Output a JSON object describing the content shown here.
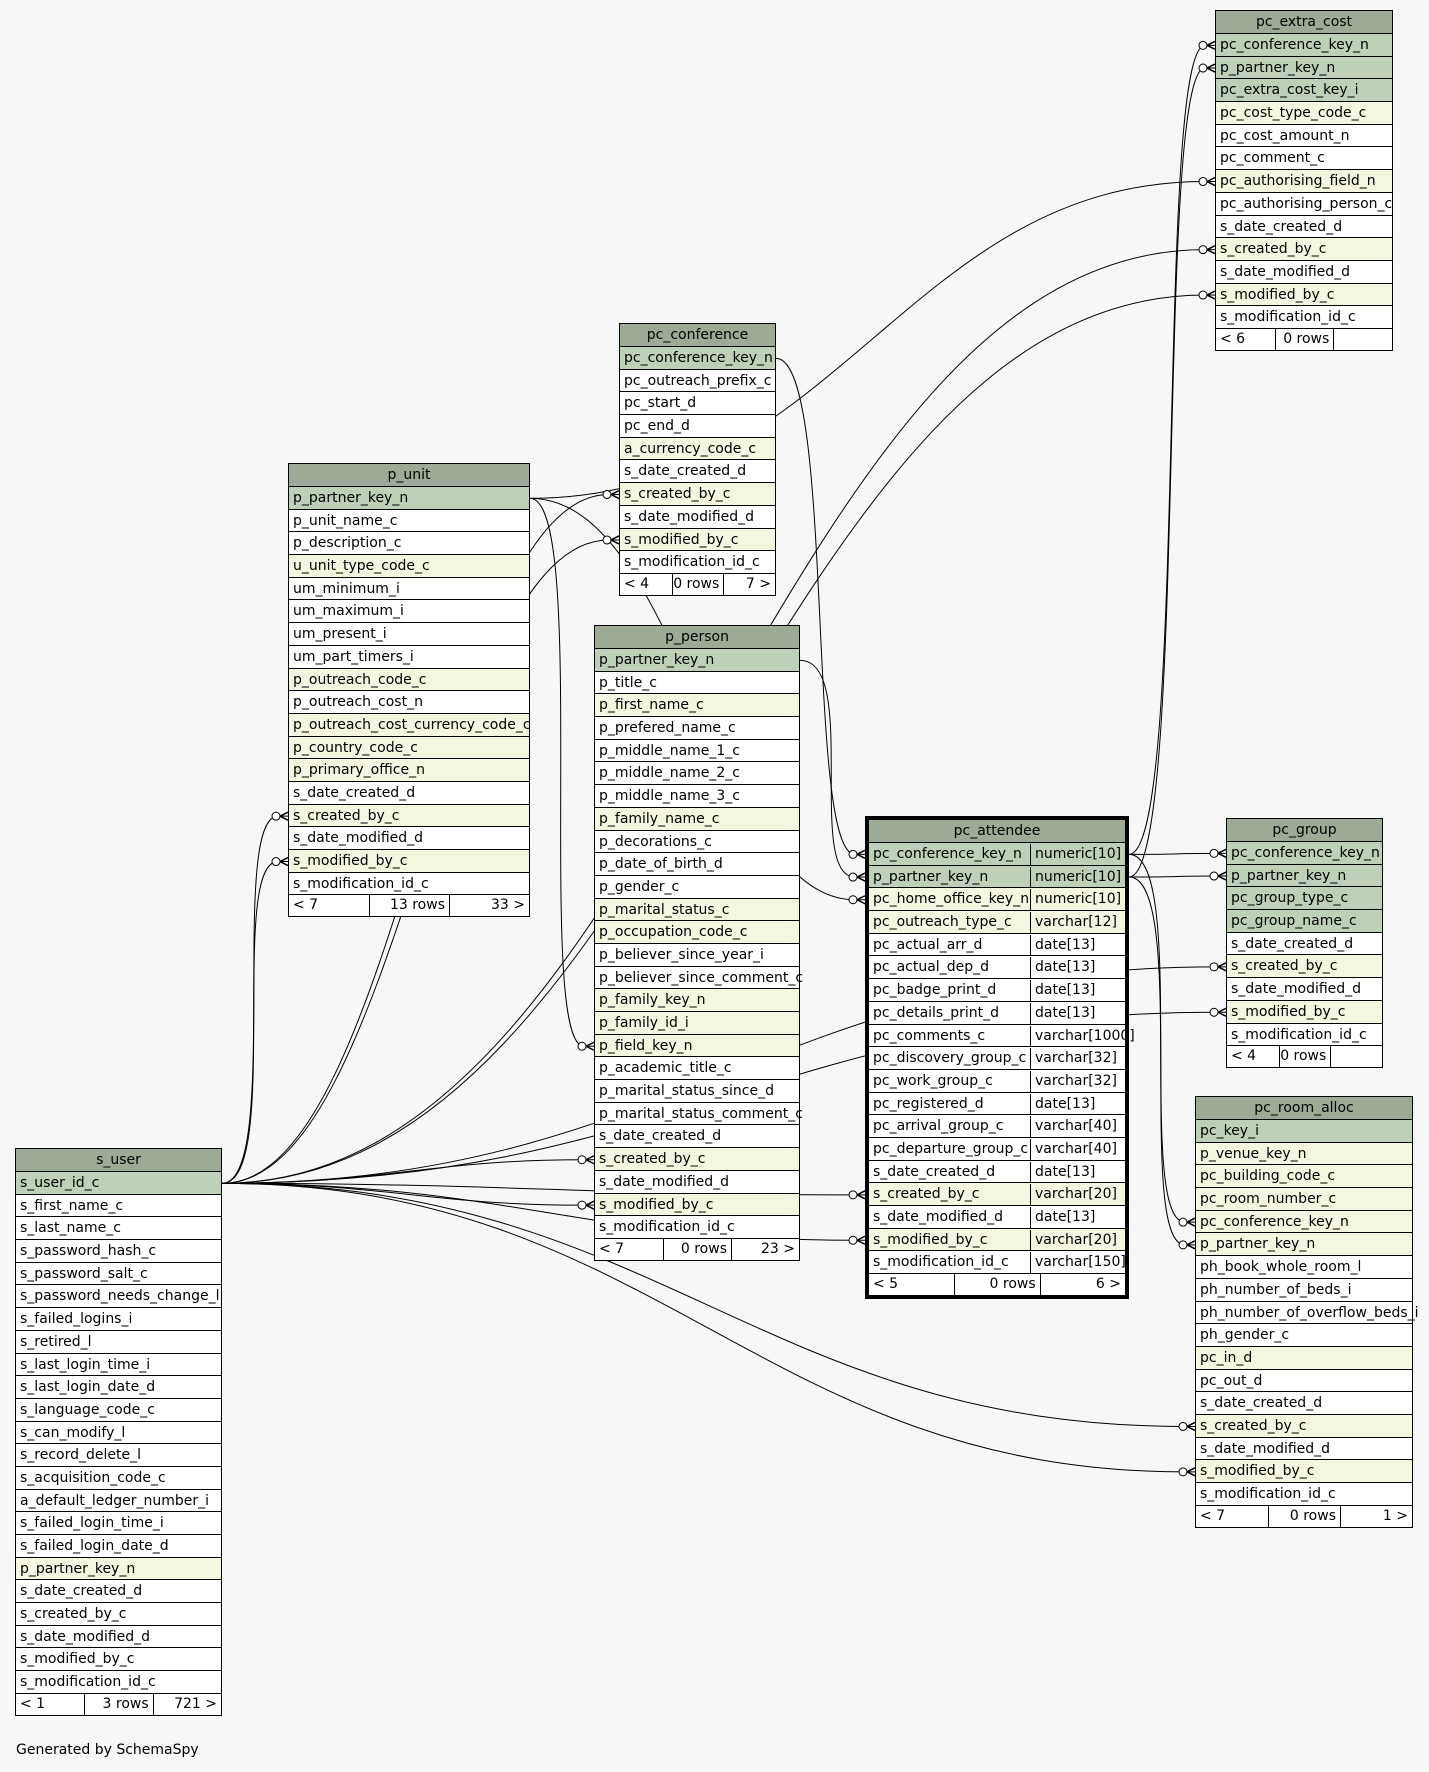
{
  "footer": {
    "generated_by": "Generated by SchemaSpy"
  },
  "tables": {
    "pc_extra_cost": {
      "name": "pc_extra_cost",
      "columns": [
        {
          "name": "pc_conference_key_n",
          "kind": "pk"
        },
        {
          "name": "p_partner_key_n",
          "kind": "pk"
        },
        {
          "name": "pc_extra_cost_key_i",
          "kind": "pk"
        },
        {
          "name": "pc_cost_type_code_c",
          "kind": "fk"
        },
        {
          "name": "pc_cost_amount_n",
          "kind": ""
        },
        {
          "name": "pc_comment_c",
          "kind": ""
        },
        {
          "name": "pc_authorising_field_n",
          "kind": "fk"
        },
        {
          "name": "pc_authorising_person_c",
          "kind": ""
        },
        {
          "name": "s_date_created_d",
          "kind": ""
        },
        {
          "name": "s_created_by_c",
          "kind": "fk"
        },
        {
          "name": "s_date_modified_d",
          "kind": ""
        },
        {
          "name": "s_modified_by_c",
          "kind": "fk"
        },
        {
          "name": "s_modification_id_c",
          "kind": ""
        }
      ],
      "footer": [
        "< 6",
        "0 rows",
        ""
      ]
    },
    "pc_conference": {
      "name": "pc_conference",
      "columns": [
        {
          "name": "pc_conference_key_n",
          "kind": "pk"
        },
        {
          "name": "pc_outreach_prefix_c",
          "kind": ""
        },
        {
          "name": "pc_start_d",
          "kind": ""
        },
        {
          "name": "pc_end_d",
          "kind": ""
        },
        {
          "name": "a_currency_code_c",
          "kind": "fk"
        },
        {
          "name": "s_date_created_d",
          "kind": ""
        },
        {
          "name": "s_created_by_c",
          "kind": "fk"
        },
        {
          "name": "s_date_modified_d",
          "kind": ""
        },
        {
          "name": "s_modified_by_c",
          "kind": "fk"
        },
        {
          "name": "s_modification_id_c",
          "kind": ""
        }
      ],
      "footer": [
        "< 4",
        "0 rows",
        "7 >"
      ]
    },
    "p_unit": {
      "name": "p_unit",
      "columns": [
        {
          "name": "p_partner_key_n",
          "kind": "pk"
        },
        {
          "name": "p_unit_name_c",
          "kind": ""
        },
        {
          "name": "p_description_c",
          "kind": ""
        },
        {
          "name": "u_unit_type_code_c",
          "kind": "fk"
        },
        {
          "name": "um_minimum_i",
          "kind": ""
        },
        {
          "name": "um_maximum_i",
          "kind": ""
        },
        {
          "name": "um_present_i",
          "kind": ""
        },
        {
          "name": "um_part_timers_i",
          "kind": ""
        },
        {
          "name": "p_outreach_code_c",
          "kind": "fk"
        },
        {
          "name": "p_outreach_cost_n",
          "kind": ""
        },
        {
          "name": "p_outreach_cost_currency_code_c",
          "kind": "fk"
        },
        {
          "name": "p_country_code_c",
          "kind": "fk"
        },
        {
          "name": "p_primary_office_n",
          "kind": "fk"
        },
        {
          "name": "s_date_created_d",
          "kind": ""
        },
        {
          "name": "s_created_by_c",
          "kind": "fk"
        },
        {
          "name": "s_date_modified_d",
          "kind": ""
        },
        {
          "name": "s_modified_by_c",
          "kind": "fk"
        },
        {
          "name": "s_modification_id_c",
          "kind": ""
        }
      ],
      "footer": [
        "< 7",
        "13 rows",
        "33 >"
      ]
    },
    "p_person": {
      "name": "p_person",
      "columns": [
        {
          "name": "p_partner_key_n",
          "kind": "pk"
        },
        {
          "name": "p_title_c",
          "kind": ""
        },
        {
          "name": "p_first_name_c",
          "kind": "fk"
        },
        {
          "name": "p_prefered_name_c",
          "kind": ""
        },
        {
          "name": "p_middle_name_1_c",
          "kind": ""
        },
        {
          "name": "p_middle_name_2_c",
          "kind": ""
        },
        {
          "name": "p_middle_name_3_c",
          "kind": ""
        },
        {
          "name": "p_family_name_c",
          "kind": "fk"
        },
        {
          "name": "p_decorations_c",
          "kind": ""
        },
        {
          "name": "p_date_of_birth_d",
          "kind": ""
        },
        {
          "name": "p_gender_c",
          "kind": ""
        },
        {
          "name": "p_marital_status_c",
          "kind": "fk"
        },
        {
          "name": "p_occupation_code_c",
          "kind": "fk"
        },
        {
          "name": "p_believer_since_year_i",
          "kind": ""
        },
        {
          "name": "p_believer_since_comment_c",
          "kind": ""
        },
        {
          "name": "p_family_key_n",
          "kind": "fk"
        },
        {
          "name": "p_family_id_i",
          "kind": "fk"
        },
        {
          "name": "p_field_key_n",
          "kind": "fk"
        },
        {
          "name": "p_academic_title_c",
          "kind": ""
        },
        {
          "name": "p_marital_status_since_d",
          "kind": ""
        },
        {
          "name": "p_marital_status_comment_c",
          "kind": ""
        },
        {
          "name": "s_date_created_d",
          "kind": ""
        },
        {
          "name": "s_created_by_c",
          "kind": "fk"
        },
        {
          "name": "s_date_modified_d",
          "kind": ""
        },
        {
          "name": "s_modified_by_c",
          "kind": "fk"
        },
        {
          "name": "s_modification_id_c",
          "kind": ""
        }
      ],
      "footer": [
        "< 7",
        "0 rows",
        "23 >"
      ]
    },
    "pc_attendee": {
      "name": "pc_attendee",
      "columns": [
        {
          "name": "pc_conference_key_n",
          "kind": "pk",
          "type": "numeric[10]"
        },
        {
          "name": "p_partner_key_n",
          "kind": "pk",
          "type": "numeric[10]"
        },
        {
          "name": "pc_home_office_key_n",
          "kind": "fk",
          "type": "numeric[10]"
        },
        {
          "name": "pc_outreach_type_c",
          "kind": "fk",
          "type": "varchar[12]"
        },
        {
          "name": "pc_actual_arr_d",
          "kind": "",
          "type": "date[13]"
        },
        {
          "name": "pc_actual_dep_d",
          "kind": "",
          "type": "date[13]"
        },
        {
          "name": "pc_badge_print_d",
          "kind": "",
          "type": "date[13]"
        },
        {
          "name": "pc_details_print_d",
          "kind": "",
          "type": "date[13]"
        },
        {
          "name": "pc_comments_c",
          "kind": "",
          "type": "varchar[1000]"
        },
        {
          "name": "pc_discovery_group_c",
          "kind": "",
          "type": "varchar[32]"
        },
        {
          "name": "pc_work_group_c",
          "kind": "",
          "type": "varchar[32]"
        },
        {
          "name": "pc_registered_d",
          "kind": "",
          "type": "date[13]"
        },
        {
          "name": "pc_arrival_group_c",
          "kind": "",
          "type": "varchar[40]"
        },
        {
          "name": "pc_departure_group_c",
          "kind": "",
          "type": "varchar[40]"
        },
        {
          "name": "s_date_created_d",
          "kind": "",
          "type": "date[13]"
        },
        {
          "name": "s_created_by_c",
          "kind": "fk",
          "type": "varchar[20]"
        },
        {
          "name": "s_date_modified_d",
          "kind": "",
          "type": "date[13]"
        },
        {
          "name": "s_modified_by_c",
          "kind": "fk",
          "type": "varchar[20]"
        },
        {
          "name": "s_modification_id_c",
          "kind": "",
          "type": "varchar[150]"
        }
      ],
      "footer": [
        "< 5",
        "0 rows",
        "6 >"
      ]
    },
    "pc_group": {
      "name": "pc_group",
      "columns": [
        {
          "name": "pc_conference_key_n",
          "kind": "pk"
        },
        {
          "name": "p_partner_key_n",
          "kind": "pk"
        },
        {
          "name": "pc_group_type_c",
          "kind": "pk"
        },
        {
          "name": "pc_group_name_c",
          "kind": "pk"
        },
        {
          "name": "s_date_created_d",
          "kind": ""
        },
        {
          "name": "s_created_by_c",
          "kind": "fk"
        },
        {
          "name": "s_date_modified_d",
          "kind": ""
        },
        {
          "name": "s_modified_by_c",
          "kind": "fk"
        },
        {
          "name": "s_modification_id_c",
          "kind": ""
        }
      ],
      "footer": [
        "< 4",
        "0 rows",
        ""
      ]
    },
    "pc_room_alloc": {
      "name": "pc_room_alloc",
      "columns": [
        {
          "name": "pc_key_i",
          "kind": "pk"
        },
        {
          "name": "p_venue_key_n",
          "kind": "fk"
        },
        {
          "name": "pc_building_code_c",
          "kind": "fk"
        },
        {
          "name": "pc_room_number_c",
          "kind": "fk"
        },
        {
          "name": "pc_conference_key_n",
          "kind": "fk"
        },
        {
          "name": "p_partner_key_n",
          "kind": "fk"
        },
        {
          "name": "ph_book_whole_room_l",
          "kind": ""
        },
        {
          "name": "ph_number_of_beds_i",
          "kind": ""
        },
        {
          "name": "ph_number_of_overflow_beds_i",
          "kind": ""
        },
        {
          "name": "ph_gender_c",
          "kind": ""
        },
        {
          "name": "pc_in_d",
          "kind": "fk"
        },
        {
          "name": "pc_out_d",
          "kind": ""
        },
        {
          "name": "s_date_created_d",
          "kind": ""
        },
        {
          "name": "s_created_by_c",
          "kind": "fk"
        },
        {
          "name": "s_date_modified_d",
          "kind": ""
        },
        {
          "name": "s_modified_by_c",
          "kind": "fk"
        },
        {
          "name": "s_modification_id_c",
          "kind": ""
        }
      ],
      "footer": [
        "< 7",
        "0 rows",
        "1 >"
      ]
    },
    "s_user": {
      "name": "s_user",
      "columns": [
        {
          "name": "s_user_id_c",
          "kind": "pk"
        },
        {
          "name": "s_first_name_c",
          "kind": ""
        },
        {
          "name": "s_last_name_c",
          "kind": ""
        },
        {
          "name": "s_password_hash_c",
          "kind": ""
        },
        {
          "name": "s_password_salt_c",
          "kind": ""
        },
        {
          "name": "s_password_needs_change_l",
          "kind": ""
        },
        {
          "name": "s_failed_logins_i",
          "kind": ""
        },
        {
          "name": "s_retired_l",
          "kind": ""
        },
        {
          "name": "s_last_login_time_i",
          "kind": ""
        },
        {
          "name": "s_last_login_date_d",
          "kind": ""
        },
        {
          "name": "s_language_code_c",
          "kind": ""
        },
        {
          "name": "s_can_modify_l",
          "kind": ""
        },
        {
          "name": "s_record_delete_l",
          "kind": ""
        },
        {
          "name": "s_acquisition_code_c",
          "kind": ""
        },
        {
          "name": "a_default_ledger_number_i",
          "kind": ""
        },
        {
          "name": "s_failed_login_time_i",
          "kind": ""
        },
        {
          "name": "s_failed_login_date_d",
          "kind": ""
        },
        {
          "name": "p_partner_key_n",
          "kind": "fk"
        },
        {
          "name": "s_date_created_d",
          "kind": ""
        },
        {
          "name": "s_created_by_c",
          "kind": ""
        },
        {
          "name": "s_date_modified_d",
          "kind": ""
        },
        {
          "name": "s_modified_by_c",
          "kind": ""
        },
        {
          "name": "s_modification_id_c",
          "kind": ""
        }
      ],
      "footer": [
        "< 1",
        "3 rows",
        "721 >"
      ]
    }
  },
  "relationships": [
    {
      "from": "p_unit.p_partner_key_n",
      "to": "pc_extra_cost.pc_authorising_field_n"
    },
    {
      "from": "p_unit.p_partner_key_n",
      "to": "pc_attendee.pc_home_office_key_n"
    },
    {
      "from": "p_unit.p_partner_key_n",
      "to": "p_person.p_field_key_n"
    },
    {
      "from": "pc_conference.pc_conference_key_n",
      "to": "pc_attendee.pc_conference_key_n"
    },
    {
      "from": "p_person.p_partner_key_n",
      "to": "pc_attendee.p_partner_key_n"
    },
    {
      "from": "pc_attendee.pc_conference_key_n",
      "to": "pc_extra_cost.pc_conference_key_n"
    },
    {
      "from": "pc_attendee.p_partner_key_n",
      "to": "pc_extra_cost.p_partner_key_n"
    },
    {
      "from": "pc_attendee.pc_conference_key_n",
      "to": "pc_group.pc_conference_key_n"
    },
    {
      "from": "pc_attendee.p_partner_key_n",
      "to": "pc_group.p_partner_key_n"
    },
    {
      "from": "pc_attendee.pc_conference_key_n",
      "to": "pc_room_alloc.pc_conference_key_n"
    },
    {
      "from": "pc_attendee.p_partner_key_n",
      "to": "pc_room_alloc.p_partner_key_n"
    },
    {
      "from": "s_user.s_user_id_c",
      "to": "p_unit.s_created_by_c"
    },
    {
      "from": "s_user.s_user_id_c",
      "to": "p_unit.s_modified_by_c"
    },
    {
      "from": "s_user.s_user_id_c",
      "to": "pc_conference.s_created_by_c"
    },
    {
      "from": "s_user.s_user_id_c",
      "to": "pc_conference.s_modified_by_c"
    },
    {
      "from": "s_user.s_user_id_c",
      "to": "p_person.s_created_by_c"
    },
    {
      "from": "s_user.s_user_id_c",
      "to": "p_person.s_modified_by_c"
    },
    {
      "from": "s_user.s_user_id_c",
      "to": "pc_attendee.s_created_by_c"
    },
    {
      "from": "s_user.s_user_id_c",
      "to": "pc_attendee.s_modified_by_c"
    },
    {
      "from": "s_user.s_user_id_c",
      "to": "pc_extra_cost.s_created_by_c"
    },
    {
      "from": "s_user.s_user_id_c",
      "to": "pc_extra_cost.s_modified_by_c"
    },
    {
      "from": "s_user.s_user_id_c",
      "to": "pc_group.s_created_by_c"
    },
    {
      "from": "s_user.s_user_id_c",
      "to": "pc_group.s_modified_by_c"
    },
    {
      "from": "s_user.s_user_id_c",
      "to": "pc_room_alloc.s_created_by_c"
    },
    {
      "from": "s_user.s_user_id_c",
      "to": "pc_room_alloc.s_modified_by_c"
    }
  ]
}
